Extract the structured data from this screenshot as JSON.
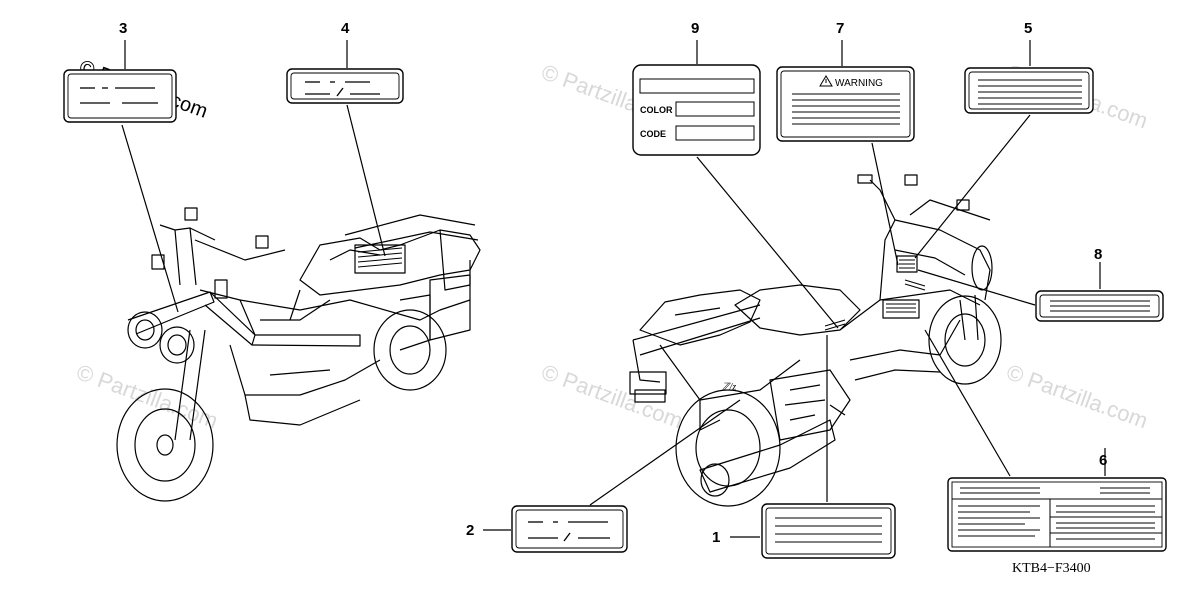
{
  "callouts": {
    "c1": "1",
    "c2": "2",
    "c3": "3",
    "c4": "4",
    "c5": "5",
    "c6": "6",
    "c7": "7",
    "c8": "8",
    "c9": "9"
  },
  "label9": {
    "color_text": "COLOR",
    "code_text": "CODE"
  },
  "label7": {
    "warning_text": "WARNING"
  },
  "watermark": {
    "main": "© Partzilla.com",
    "faint": "© Partzilla.com"
  },
  "diagram_code": "KTB4−F3400"
}
